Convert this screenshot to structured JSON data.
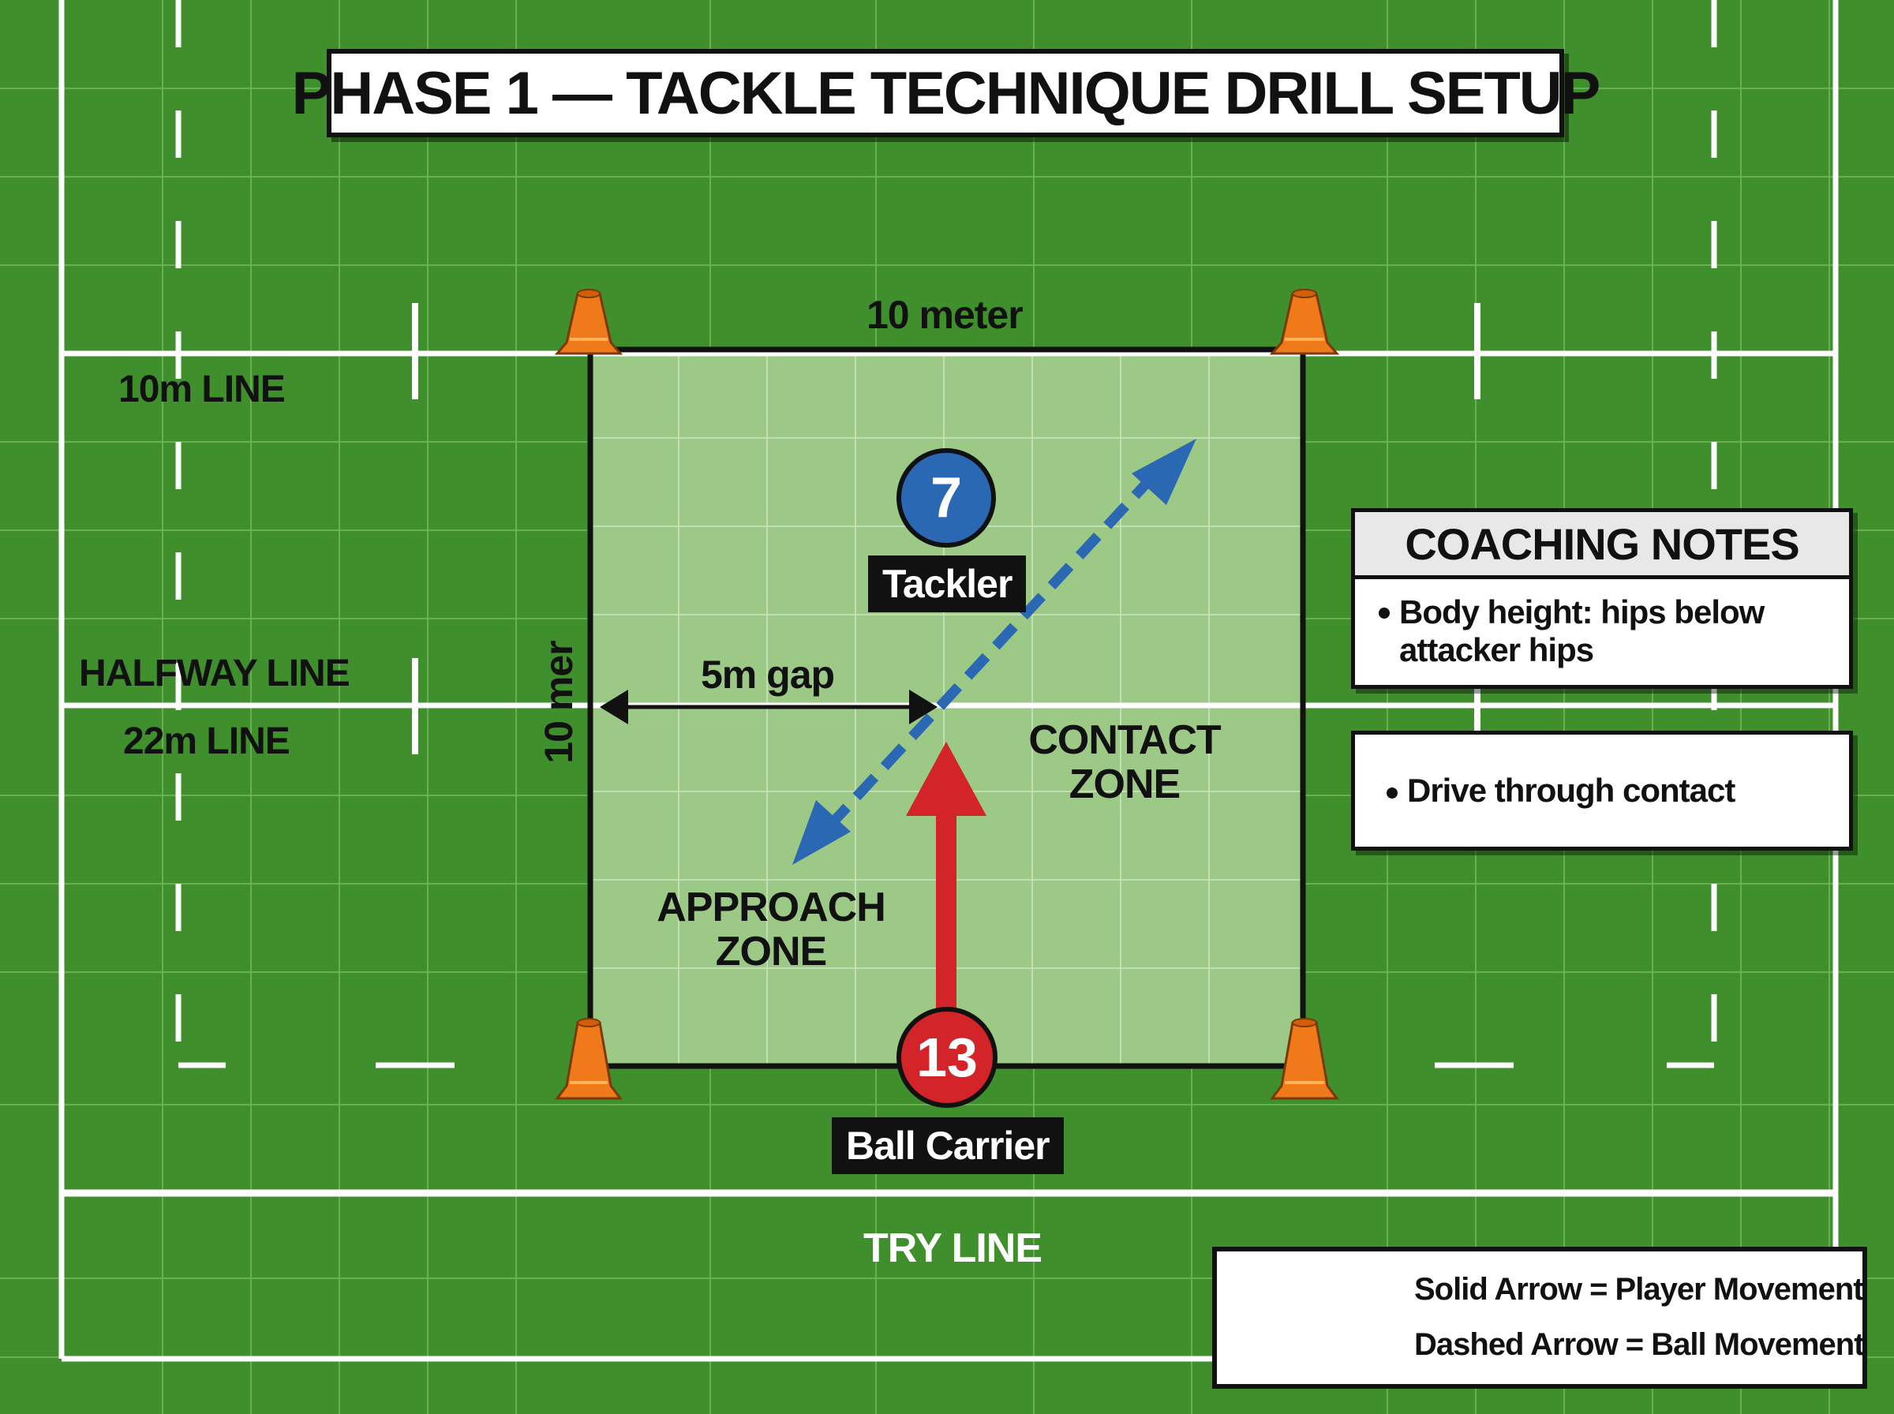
{
  "title": "PHASE 1 — TACKLE TECHNIQUE DRILL SETUP",
  "field_labels": {
    "ten_m_line": "10m LINE",
    "halfway_line": "HALFWAY LINE",
    "twenty_two_m_line": "22m LINE",
    "try_line": "TRY LINE"
  },
  "grid": {
    "width_label": "10 meter",
    "height_label": "10 mer",
    "gap_label": "5m gap",
    "contact_zone": [
      "CONTACT",
      "ZONE"
    ],
    "approach_zone": [
      "APPROACH",
      "ZONE"
    ]
  },
  "players": {
    "tackler": {
      "number": "7",
      "label": "Tackler",
      "color": "#2a68b4"
    },
    "ball_carrier": {
      "number": "13",
      "label": "Ball Carrier",
      "color": "#d3242a"
    }
  },
  "coaching_notes": {
    "heading": "COACHING NOTES",
    "note1": [
      "Body height: hips below",
      "attacker hips"
    ],
    "note2": "Drive through contact"
  },
  "legend": {
    "solid": "Solid Arrow = Player Movement",
    "dashed": "Dashed Arrow = Ball Movement"
  },
  "colors": {
    "pitch": "#3f8f2c",
    "grid_zone": "#9cc986",
    "cone": "#f07a1a",
    "player_arrow": "#d3242a",
    "ball_arrow": "#2a68b4"
  }
}
